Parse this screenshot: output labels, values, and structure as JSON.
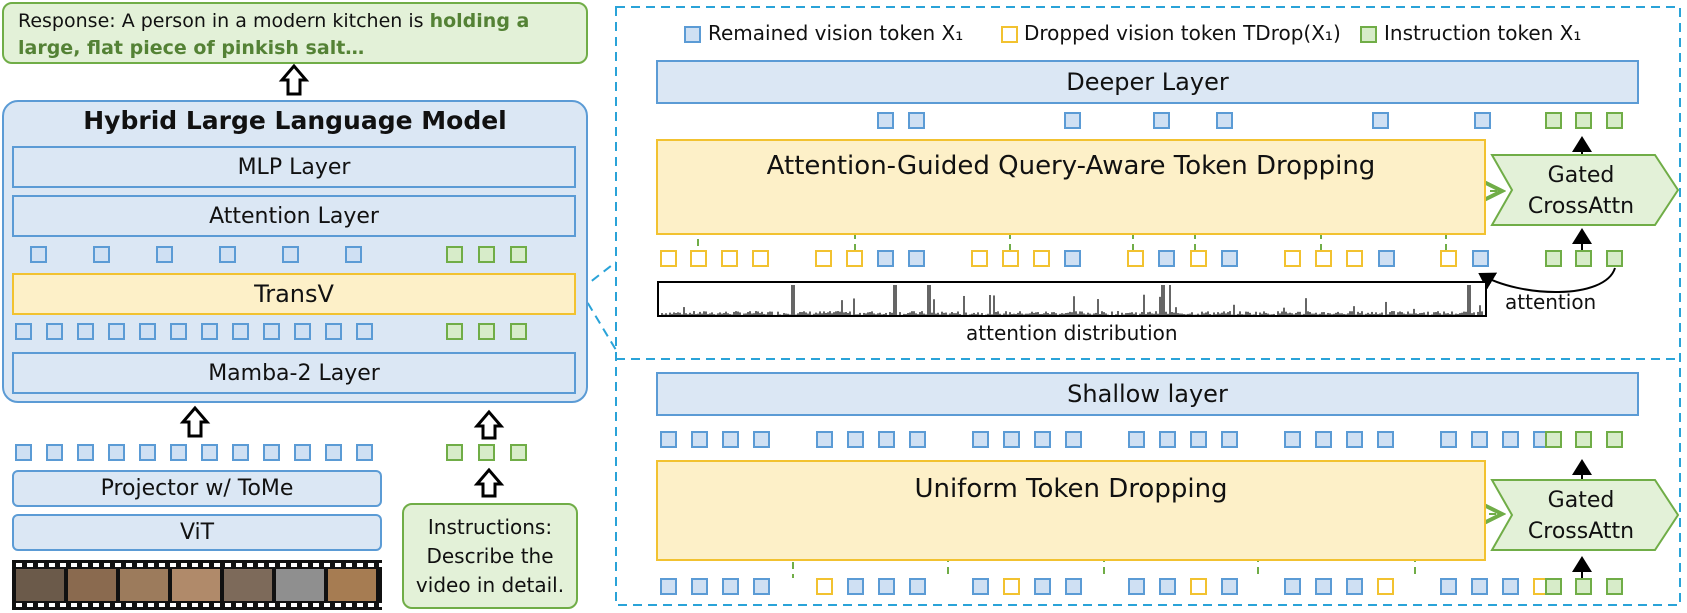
{
  "response": {
    "prefix": "Response: A person in a modern kitchen is ",
    "bold_line1": "holding a",
    "bold_line2": "large, flat piece of pinkish salt…"
  },
  "hybrid": {
    "title": "Hybrid Large Language Model",
    "mlp": "MLP Layer",
    "attention": "Attention Layer",
    "transv": "TransV",
    "mamba": "Mamba-2 Layer"
  },
  "bottom_left": {
    "projector": "Projector w/ ToMe",
    "vit": "ViT",
    "instructions_line1": "Instructions:",
    "instructions_line2": "Describe the",
    "instructions_line3": "video in detail."
  },
  "legend": {
    "remained": "Remained vision token X₁",
    "dropped": "Dropped vision token TDrop(X₁)",
    "instruction": "Instruction token X₁"
  },
  "deep": {
    "deeper_layer": "Deeper Layer",
    "dropping": "Attention-Guided Query-Aware Token Dropping",
    "gated_line1": "Gated",
    "gated_line2": "CrossAttn",
    "attention": "attention",
    "distribution": "attention distribution"
  },
  "shallow": {
    "shallow_layer": "Shallow layer",
    "dropping": "Uniform Token Dropping",
    "gated_line1": "Gated",
    "gated_line2": "CrossAttn"
  },
  "colors": {
    "blue_fill": "#dbe7f4",
    "blue_border": "#5b9bd5",
    "yellow_fill": "#fdf0c8",
    "yellow_border": "#f2c230",
    "green_fill": "#e3f1d8",
    "green_border": "#70ad47",
    "green_text": "#548235",
    "dashed_frame": "#2aa3d8"
  }
}
